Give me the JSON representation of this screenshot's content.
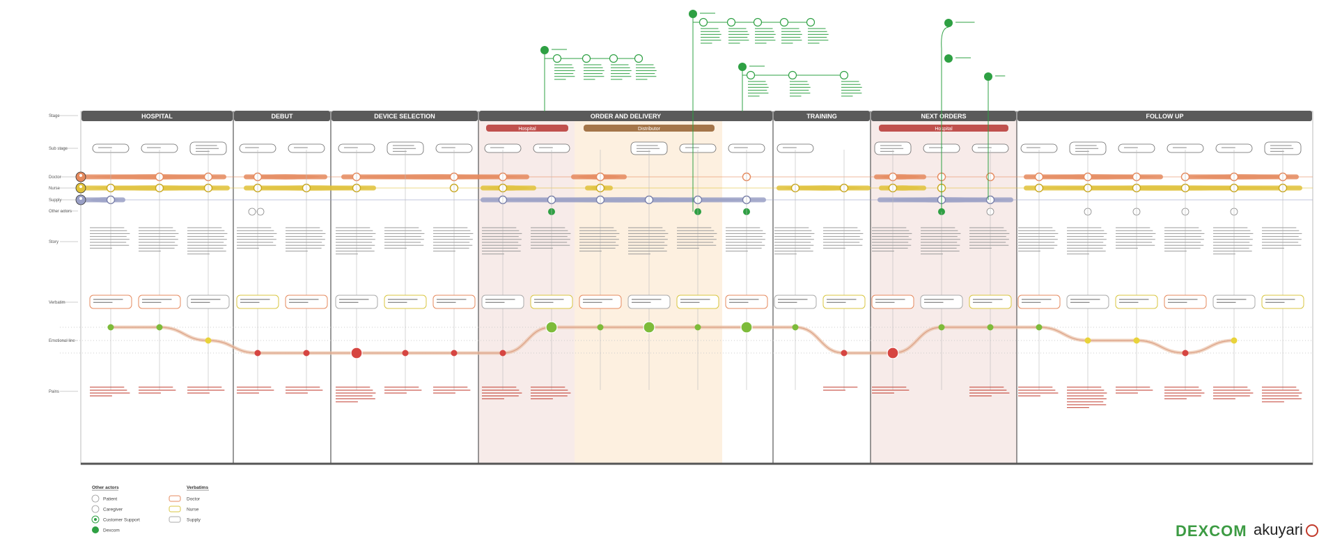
{
  "lane_labels": {
    "stage": "Stage",
    "substage": "Sub stage",
    "doctor": "Doctor",
    "nurse": "Nurse",
    "supply": "Supply",
    "other_actors": "Other actors",
    "story": "Story",
    "verbatim": "Verbatim",
    "emotional": "Emotional line",
    "pains": "Pains"
  },
  "stages": [
    {
      "label": "HOSPITAL"
    },
    {
      "label": "DEBUT"
    },
    {
      "label": "DEVICE SELECTION"
    },
    {
      "label": "ORDER AND DELIVERY"
    },
    {
      "label": "TRAINING"
    },
    {
      "label": "NEXT ORDERS"
    },
    {
      "label": "FOLLOW UP"
    }
  ],
  "bands": {
    "hospital": "Hospital",
    "distributor": "Distributor"
  },
  "legend": {
    "other_actors_title": "Other actors",
    "verbatims_title": "Verbatims",
    "actors": [
      "Patient",
      "Caregiver",
      "Customer Support",
      "Dexcom"
    ],
    "verbatims": [
      "Doctor",
      "Nurse",
      "Supply"
    ]
  },
  "colors": {
    "doctor": "#e58a5e",
    "nurse": "#e0c23a",
    "supply": "#9aa0c6",
    "dexcom": "#2ea043",
    "stage_bar": "#5a5a5a",
    "hospital_bg": "#f0dad7",
    "distributor_bg": "#fbe6cc",
    "pain_text": "#c0392b",
    "emotion_positive": "#7dbb3a",
    "emotion_negative": "#d64541",
    "emotion_neutral": "#e8d33a"
  },
  "emotions": [
    "positive",
    "positive",
    "neutral",
    "negative",
    "negative",
    "negative",
    "negative",
    "negative",
    "negative",
    "positive",
    "positive",
    "positive",
    "positive",
    "positive",
    "positive",
    "negative",
    "negative",
    "positive",
    "positive",
    "positive",
    "neutral",
    "neutral",
    "negative",
    "neutral"
  ],
  "logos": {
    "dexcom": "DEXCOM",
    "akuyari": "akuyari"
  }
}
